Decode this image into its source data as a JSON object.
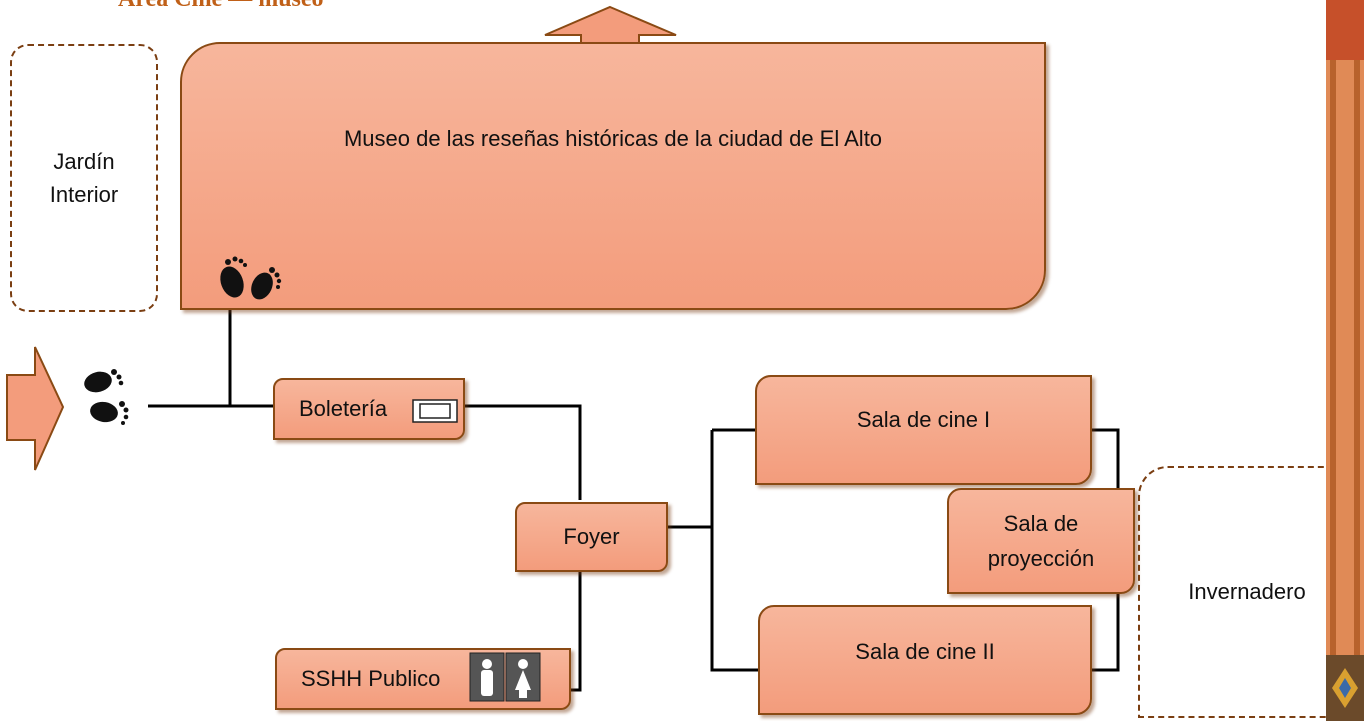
{
  "title": "Area Cine — museo",
  "nodes": {
    "jardin": "Jardín\nInterior",
    "museo": "Museo de las reseñas históricas de la ciudad de El Alto",
    "boleteria": "Boletería",
    "foyer": "Foyer",
    "sshh": "SSHH Publico",
    "cine1": "Sala de cine I",
    "proyeccion": "Sala de\nproyección",
    "cine2": "Sala de cine II",
    "invernadero": "Invernadero"
  },
  "icons": [
    "footprints-icon",
    "ticket-icon",
    "restroom-icon",
    "entry-arrow-icon",
    "up-arrow-icon"
  ]
}
